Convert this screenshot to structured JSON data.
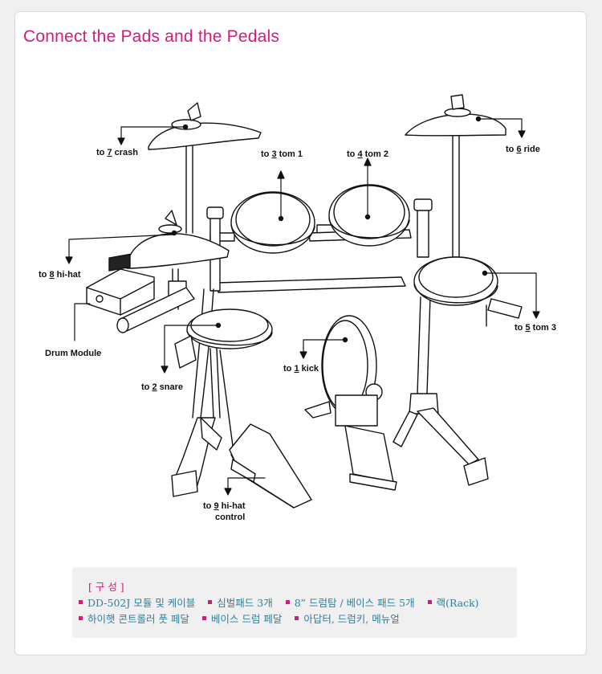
{
  "title": "Connect the Pads and the Pedals",
  "labels": {
    "crash_to": "to",
    "crash_num": "7",
    "crash_rest": "crash",
    "tom1_to": "to",
    "tom1_num": "3",
    "tom1_rest": "tom 1",
    "tom2_to": "to",
    "tom2_num": "4",
    "tom2_rest": "tom 2",
    "ride_to": "to",
    "ride_num": "6",
    "ride_rest": "ride",
    "hihat_to": "to",
    "hihat_num": "8",
    "hihat_rest": "hi-hat",
    "module": "Drum Module",
    "tom3_to": "to",
    "tom3_num": "5",
    "tom3_rest": "tom 3",
    "kick_to": "to",
    "kick_num": "1",
    "kick_rest": "kick",
    "snare_to": "to",
    "snare_num": "2",
    "snare_rest": "snare",
    "hhc_to": "to",
    "hhc_num": "9",
    "hhc_rest": "hi-hat",
    "hhc_line2": "control"
  },
  "components": {
    "heading": "[ 구  성 ]",
    "row1": [
      "DD-502J 모듈 및 케이블",
      "심벌패드 3개",
      "8”  드럼탐 / 베이스 패드 5개",
      "랙(Rack)"
    ],
    "row2": [
      "하이햇 콘트롤러 풋 페달",
      "베이스 드럼 페달",
      "아답터, 드럼키, 메뉴얼"
    ]
  },
  "colors": {
    "accent": "#d6197c",
    "text_teal": "#2f7f9c",
    "panel": "#f0f0f0"
  }
}
